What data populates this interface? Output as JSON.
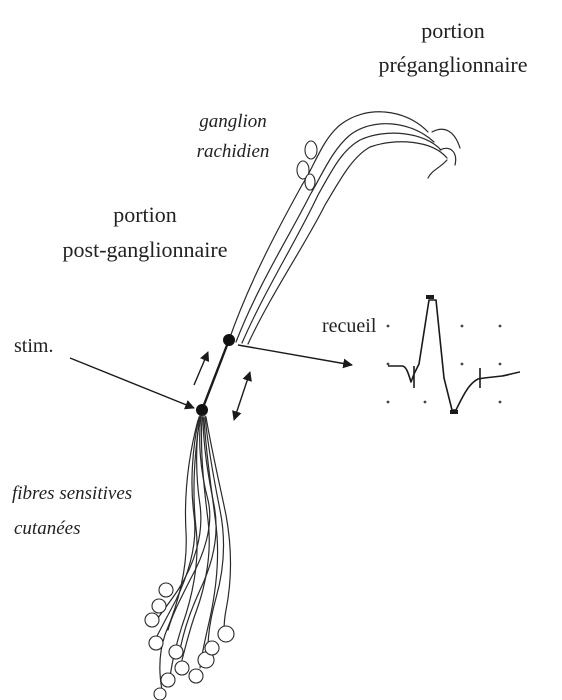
{
  "labels": {
    "preganglionic_line1": "portion",
    "preganglionic_line2": "préganglionnaire",
    "ganglion_line1": "ganglion",
    "ganglion_line2": "rachidien",
    "postganglionic_line1": "portion",
    "postganglionic_line2": "post-ganglionnaire",
    "recording": "recueil",
    "stimulation": "stim.",
    "sensory_line1": "fibres sensitives",
    "sensory_line2": "cutanées"
  },
  "colors": {
    "ink": "#1a1a1a",
    "background": "#ffffff"
  }
}
